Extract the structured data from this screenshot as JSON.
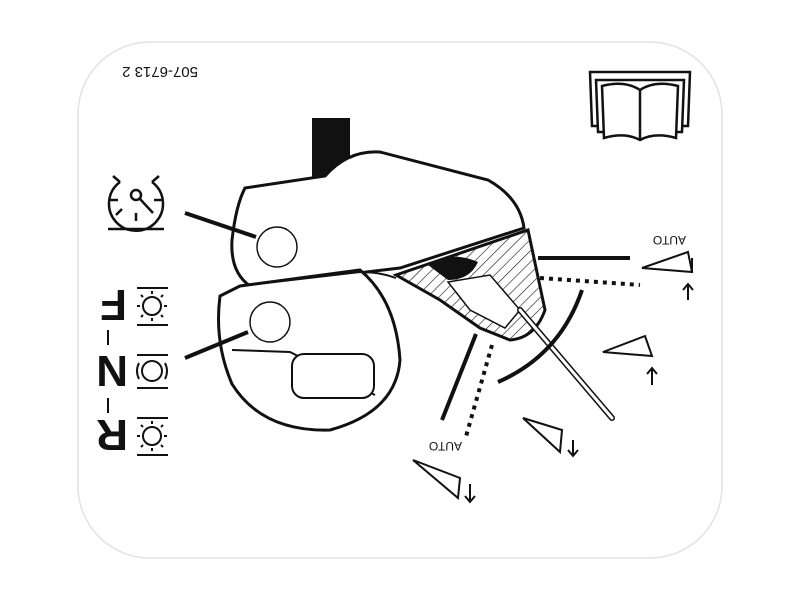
{
  "label": {
    "part_number": "507-6713 2",
    "auto_labels": [
      "AUTO",
      "AUTO"
    ],
    "gear_letters": [
      "F",
      "N",
      "R"
    ]
  },
  "colors": {
    "ink": "#111111",
    "card_border": "#dddddd",
    "background": "#ffffff"
  }
}
